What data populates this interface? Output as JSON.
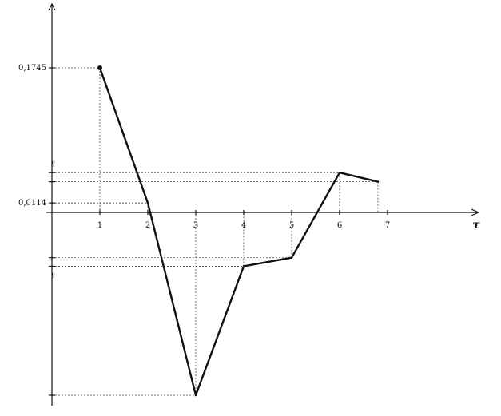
{
  "chart_data": {
    "type": "line",
    "title": "",
    "xlabel": "τ",
    "ylabel": "",
    "x_ticks": [
      "1",
      "2",
      "3",
      "4",
      "5",
      "6",
      "7"
    ],
    "y_labels": [
      "0,1745",
      "0,0114"
    ],
    "axis_break_symbol": "≈",
    "grid": false,
    "series": [
      {
        "points": [
          {
            "x": 1,
            "y": 0.1745
          },
          {
            "x": 2,
            "y": 0.0114
          },
          {
            "x": 3,
            "y": -0.214
          },
          {
            "x": 4,
            "y": -0.063
          },
          {
            "x": 5,
            "y": -0.053
          },
          {
            "x": 6,
            "y": 0.048
          },
          {
            "x": 6.8,
            "y": 0.037
          }
        ]
      }
    ]
  }
}
